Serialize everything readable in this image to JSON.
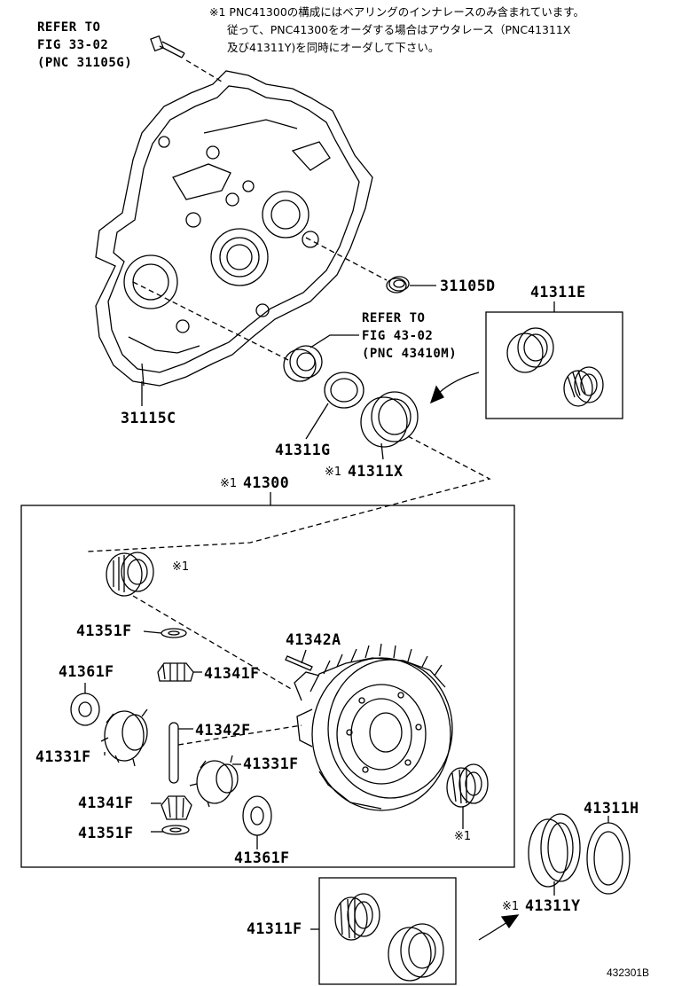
{
  "notes": {
    "line1": "※1 PNC41300の構成にはベアリングのインナレースのみ含まれています。",
    "line2": "従って、PNC41300をオーダする場合はアウタレース（PNC41311X",
    "line3": "及び41311Y)を同時にオーダして下さい。"
  },
  "refs": {
    "fig33": {
      "line1": "REFER TO",
      "line2": "FIG 33-02",
      "line3": "(PNC 31105G)"
    },
    "fig43": {
      "line1": "REFER TO",
      "line2": "FIG 43-02",
      "line3": "(PNC 43410M)"
    }
  },
  "parts": {
    "p31115C": "31115C",
    "p31105D": "31105D",
    "p41311E": "41311E",
    "p41311G": "41311G",
    "p41311X": "41311X",
    "p41300": "41300",
    "p41351F_top": "41351F",
    "p41342A": "41342A",
    "p41361F_left": "41361F",
    "p41341F_top": "41341F",
    "p41342F": "41342F",
    "p41331F_left": "41331F",
    "p41331F_right": "41331F",
    "p41341F_bottom": "41341F",
    "p41351F_bottom": "41351F",
    "p41361F_bottom": "41361F",
    "p41311H": "41311H",
    "p41311F": "41311F",
    "p41311Y": "41311Y"
  },
  "marks": {
    "m1": "※1"
  },
  "figure_code": "432301B"
}
